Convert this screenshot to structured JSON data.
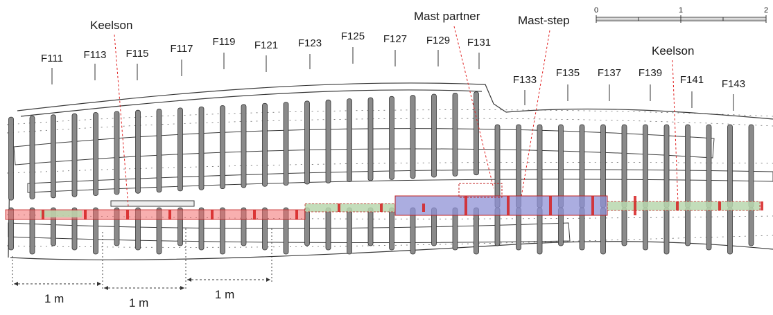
{
  "callouts": {
    "keelson_left": "Keelson",
    "mast_partner": "Mast partner",
    "mast_step": "Mast-step",
    "keelson_right": "Keelson"
  },
  "frames": [
    "F111",
    "F113",
    "F115",
    "F117",
    "F119",
    "F121",
    "F123",
    "F125",
    "F127",
    "F129",
    "F131",
    "F133",
    "F135",
    "F137",
    "F139",
    "F141",
    "F143"
  ],
  "scale_bar": {
    "ticks": [
      "0",
      "1",
      "2"
    ]
  },
  "dimensions": [
    "1 m",
    "1 m",
    "1 m"
  ],
  "colors": {
    "keelson_fill": "#b9d7ae",
    "keelson_red": "#f26d6d",
    "mast_step_fill": "#8f92d6",
    "outline": "#3a3a3a",
    "frame_fill": "#8a8a8a",
    "callout_line": "#e02020"
  }
}
